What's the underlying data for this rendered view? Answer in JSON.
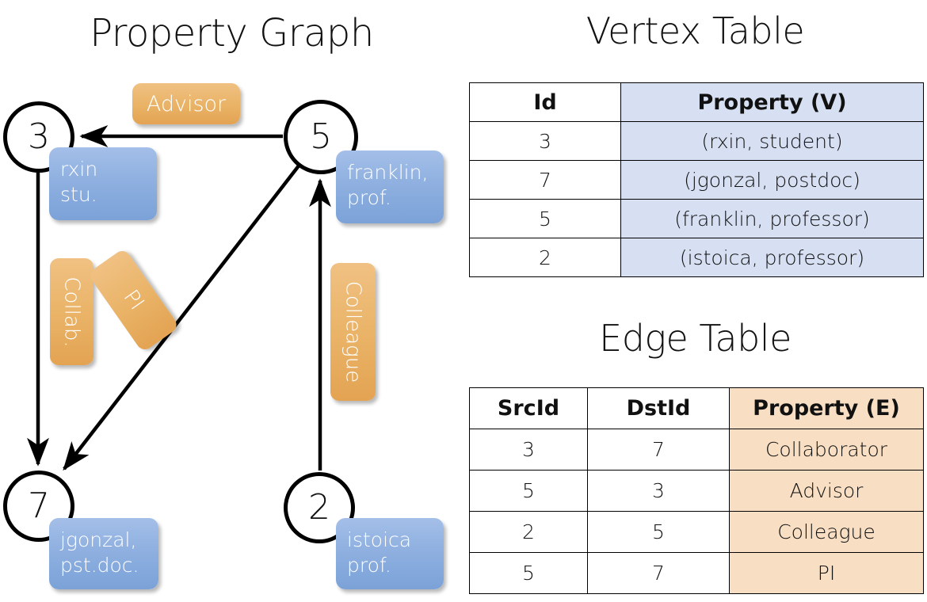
{
  "titles": {
    "graph": "Property Graph",
    "vertex_table": "Vertex Table",
    "edge_table": "Edge Table"
  },
  "graph": {
    "nodes": [
      {
        "id": "3",
        "name": "rxin",
        "role": "stu."
      },
      {
        "id": "5",
        "name": "franklin,",
        "role": "prof."
      },
      {
        "id": "7",
        "name": "jgonzal,",
        "role": "pst.doc."
      },
      {
        "id": "2",
        "name": "istoica",
        "role": "prof."
      }
    ],
    "edge_labels": [
      {
        "key": "advisor",
        "label": "Advisor"
      },
      {
        "key": "collab",
        "label": "Collab."
      },
      {
        "key": "pi",
        "label": "PI"
      },
      {
        "key": "colleague",
        "label": "Colleague"
      }
    ]
  },
  "vertex_table": {
    "headers": [
      "Id",
      "Property (V)"
    ],
    "rows": [
      {
        "id": "3",
        "property": "(rxin, student)"
      },
      {
        "id": "7",
        "property": "(jgonzal, postdoc)"
      },
      {
        "id": "5",
        "property": "(franklin, professor)"
      },
      {
        "id": "2",
        "property": "(istoica, professor)"
      }
    ]
  },
  "edge_table": {
    "headers": [
      "SrcId",
      "DstId",
      "Property (E)"
    ],
    "rows": [
      {
        "src": "3",
        "dst": "7",
        "property": "Collaborator"
      },
      {
        "src": "5",
        "dst": "3",
        "property": "Advisor"
      },
      {
        "src": "2",
        "dst": "5",
        "property": "Colleague"
      },
      {
        "src": "5",
        "dst": "7",
        "property": "PI"
      }
    ]
  },
  "colors": {
    "vertex_property_fill": "#d6e0f2",
    "edge_property_fill": "#f8dfc3",
    "node_box_blue": "#8fb0e0",
    "edge_label_orange": "#eab468",
    "stroke": "#000000"
  }
}
